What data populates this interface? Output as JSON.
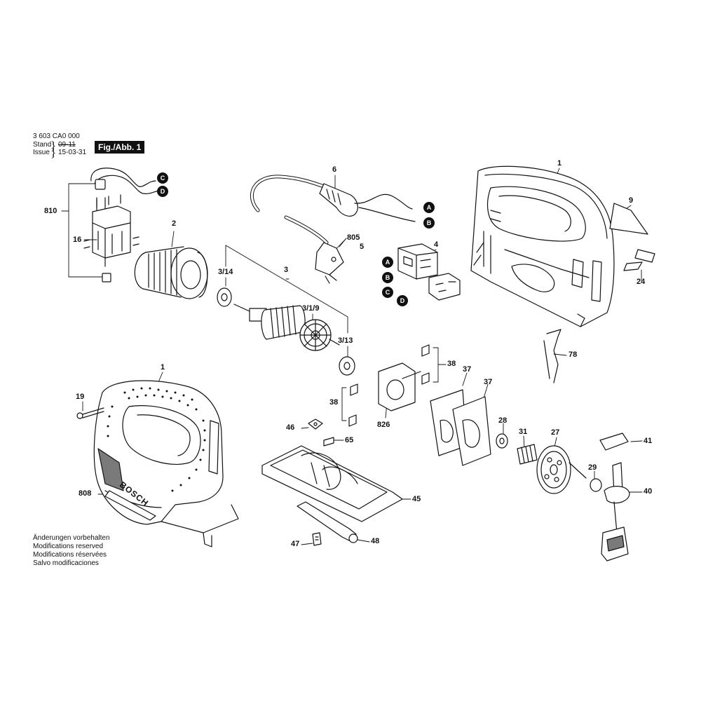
{
  "header": {
    "doc_number": "3 603 CA0 000",
    "stand_label": "Stand",
    "stand_value": "09-11",
    "issue_label": "Issue",
    "issue_value": "15-03-31",
    "figure_label": "Fig./Abb. 1"
  },
  "part_labels": {
    "p1_housing": "1",
    "p1_handle": "1",
    "p2": "2",
    "p3": "3",
    "p3_14": "3/14",
    "p3_1_9": "3/1/9",
    "p3_13": "3/13",
    "p4": "4",
    "p5": "5",
    "p6": "6",
    "p9": "9",
    "p16": "16",
    "p19": "19",
    "p24": "24",
    "p27": "27",
    "p28": "28",
    "p29": "29",
    "p31": "31",
    "p37_a": "37",
    "p37_b": "37",
    "p38_a": "38",
    "p38_b": "38",
    "p40": "40",
    "p41": "41",
    "p45": "45",
    "p46": "46",
    "p47": "47",
    "p48": "48",
    "p65": "65",
    "p78": "78",
    "p805": "805",
    "p808": "808",
    "p810": "810",
    "p826": "826"
  },
  "connection_markers": {
    "c_top": "C",
    "d_top": "D",
    "a_cord": "A",
    "b_cord": "B",
    "a_switch": "A",
    "b_switch": "B",
    "c_switch": "C",
    "d_switch": "D"
  },
  "brand_text": "BOSCH",
  "notes": [
    "Änderungen vorbehalten",
    "Modifications reserved",
    "Modifications réservées",
    "Salvo modificaciones"
  ],
  "colors": {
    "ink": "#111111",
    "paper": "#ffffff",
    "shade": "#7a7a7a"
  }
}
